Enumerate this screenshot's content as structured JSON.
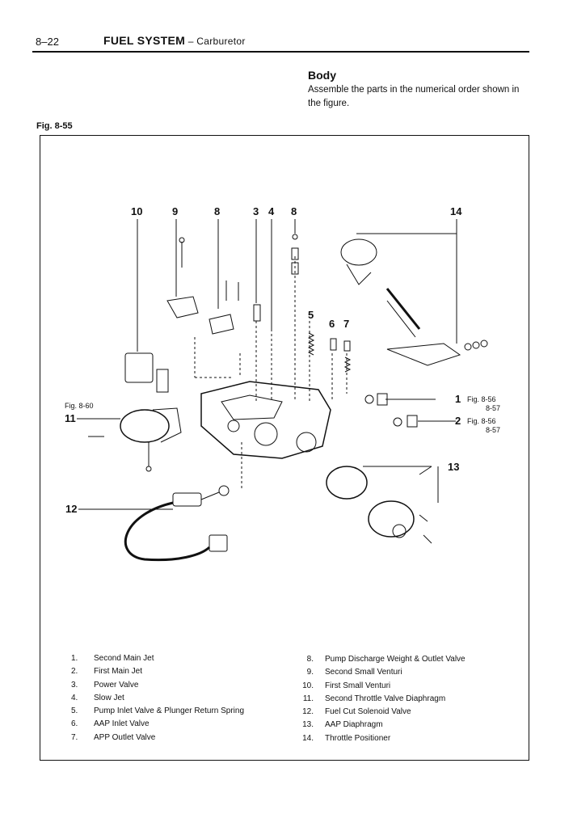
{
  "header": {
    "page_number": "8–22",
    "section": "FUEL SYSTEM",
    "subsection": " – Carburetor"
  },
  "body": {
    "heading": "Body",
    "text": "Assemble the parts in the numerical order shown in the figure."
  },
  "figure": {
    "label": "Fig. 8-55",
    "callouts": {
      "c10": "10",
      "c9": "9",
      "c8a": "8",
      "c3": "3",
      "c4": "4",
      "c8b": "8",
      "c14": "14",
      "c5": "5",
      "c6": "6",
      "c7": "7",
      "c1": "1",
      "c2": "2",
      "c11": "11",
      "c13": "13",
      "c12": "12"
    },
    "refs": {
      "r860": "Fig. 8-60",
      "r1a": "Fig. 8-56",
      "r1b": "8-57",
      "r2a": "Fig. 8-56",
      "r2b": "8-57"
    }
  },
  "legend": {
    "left": [
      {
        "num": "1.",
        "text": "Second Main Jet"
      },
      {
        "num": "2.",
        "text": "First Main Jet"
      },
      {
        "num": "3.",
        "text": "Power Valve"
      },
      {
        "num": "4.",
        "text": "Slow Jet"
      },
      {
        "num": "5.",
        "text": "Pump Inlet Valve & Plunger Return Spring"
      },
      {
        "num": "6.",
        "text": "AAP Inlet Valve"
      },
      {
        "num": "7.",
        "text": "APP Outlet Valve"
      }
    ],
    "right": [
      {
        "num": "8.",
        "text": "Pump Discharge Weight & Outlet Valve"
      },
      {
        "num": "9.",
        "text": "Second Small Venturi"
      },
      {
        "num": "10.",
        "text": "First Small Venturi"
      },
      {
        "num": "11.",
        "text": "Second Throttle Valve Diaphragm"
      },
      {
        "num": "12.",
        "text": "Fuel Cut Solenoid Valve"
      },
      {
        "num": "13.",
        "text": "AAP Diaphragm"
      },
      {
        "num": "14.",
        "text": "Throttle Positioner"
      }
    ]
  }
}
